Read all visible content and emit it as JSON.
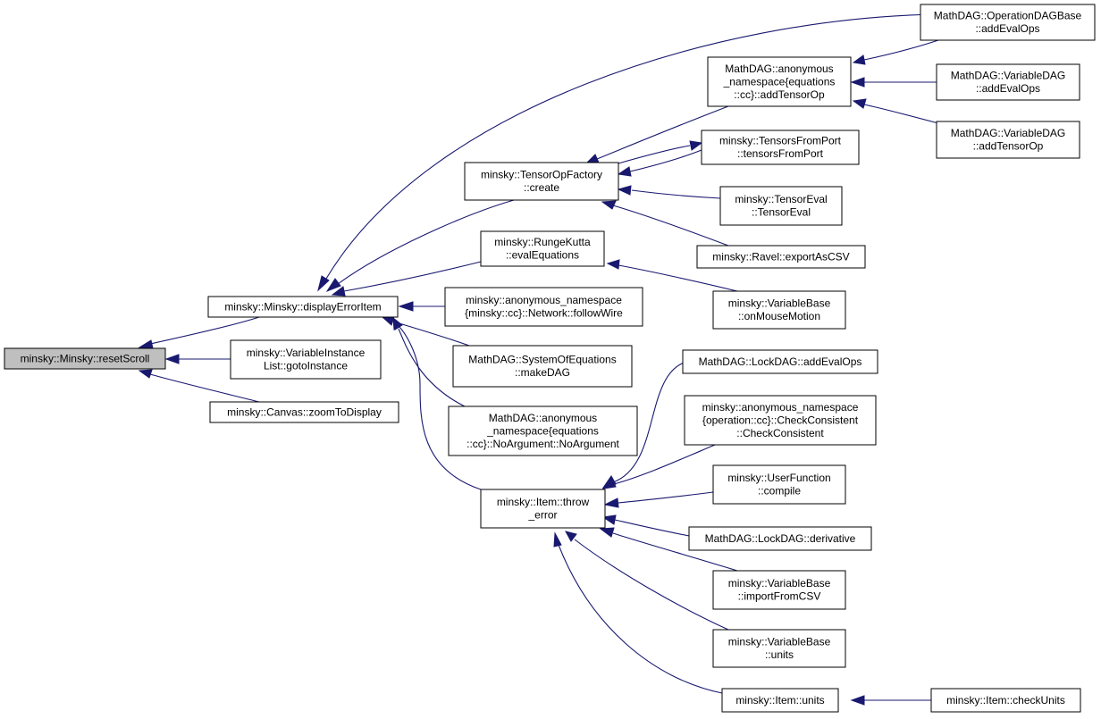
{
  "diagram": {
    "type": "call-graph",
    "edge_color": "#191970",
    "root_fill": "#bfbfbf",
    "nodes": [
      {
        "id": "resetScroll",
        "lines": [
          "minsky::Minsky::resetScroll"
        ],
        "root": true
      },
      {
        "id": "displayErrorItem",
        "lines": [
          "minsky::Minsky::displayErrorItem"
        ]
      },
      {
        "id": "gotoInstance",
        "lines": [
          "minsky::VariableInstance",
          "List::gotoInstance"
        ]
      },
      {
        "id": "zoomToDisplay",
        "lines": [
          "minsky::Canvas::zoomToDisplay"
        ]
      },
      {
        "id": "tensorOpFactoryCreate",
        "lines": [
          "minsky::TensorOpFactory",
          "::create"
        ]
      },
      {
        "id": "evalEquations",
        "lines": [
          "minsky::RungeKutta",
          "::evalEquations"
        ]
      },
      {
        "id": "followWire",
        "lines": [
          "minsky::anonymous_namespace",
          "{minsky::cc}::Network::followWire"
        ]
      },
      {
        "id": "makeDAG",
        "lines": [
          "MathDAG::SystemOfEquations",
          "::makeDAG"
        ]
      },
      {
        "id": "noArgument",
        "lines": [
          "MathDAG::anonymous",
          "_namespace{equations",
          "::cc}::NoArgument::NoArgument"
        ]
      },
      {
        "id": "throwError",
        "lines": [
          "minsky::Item::throw",
          "_error"
        ]
      },
      {
        "id": "addTensorOp",
        "lines": [
          "MathDAG::anonymous",
          "_namespace{equations",
          "::cc}::addTensorOp"
        ]
      },
      {
        "id": "tensorsFromPort",
        "lines": [
          "minsky::TensorsFromPort",
          "::tensorsFromPort"
        ]
      },
      {
        "id": "tensorEval",
        "lines": [
          "minsky::TensorEval",
          "::TensorEval"
        ]
      },
      {
        "id": "exportAsCSV",
        "lines": [
          "minsky::Ravel::exportAsCSV"
        ]
      },
      {
        "id": "onMouseMotion",
        "lines": [
          "minsky::VariableBase",
          "::onMouseMotion"
        ]
      },
      {
        "id": "opDagAddEvalOps",
        "lines": [
          "MathDAG::OperationDAGBase",
          "::addEvalOps"
        ]
      },
      {
        "id": "varDagAddEvalOps",
        "lines": [
          "MathDAG::VariableDAG",
          "::addEvalOps"
        ]
      },
      {
        "id": "varDagAddTensorOp",
        "lines": [
          "MathDAG::VariableDAG",
          "::addTensorOp"
        ]
      },
      {
        "id": "lockDagAddEvalOps",
        "lines": [
          "MathDAG::LockDAG::addEvalOps"
        ]
      },
      {
        "id": "checkConsistent",
        "lines": [
          "minsky::anonymous_namespace",
          "{operation::cc}::CheckConsistent",
          "::CheckConsistent"
        ]
      },
      {
        "id": "userFunctionCompile",
        "lines": [
          "minsky::UserFunction",
          "::compile"
        ]
      },
      {
        "id": "lockDagDerivative",
        "lines": [
          "MathDAG::LockDAG::derivative"
        ]
      },
      {
        "id": "importFromCSV",
        "lines": [
          "minsky::VariableBase",
          "::importFromCSV"
        ]
      },
      {
        "id": "variableBaseUnits",
        "lines": [
          "minsky::VariableBase",
          "::units"
        ]
      },
      {
        "id": "itemUnits",
        "lines": [
          "minsky::Item::units"
        ]
      },
      {
        "id": "checkUnits",
        "lines": [
          "minsky::Item::checkUnits"
        ]
      }
    ]
  }
}
